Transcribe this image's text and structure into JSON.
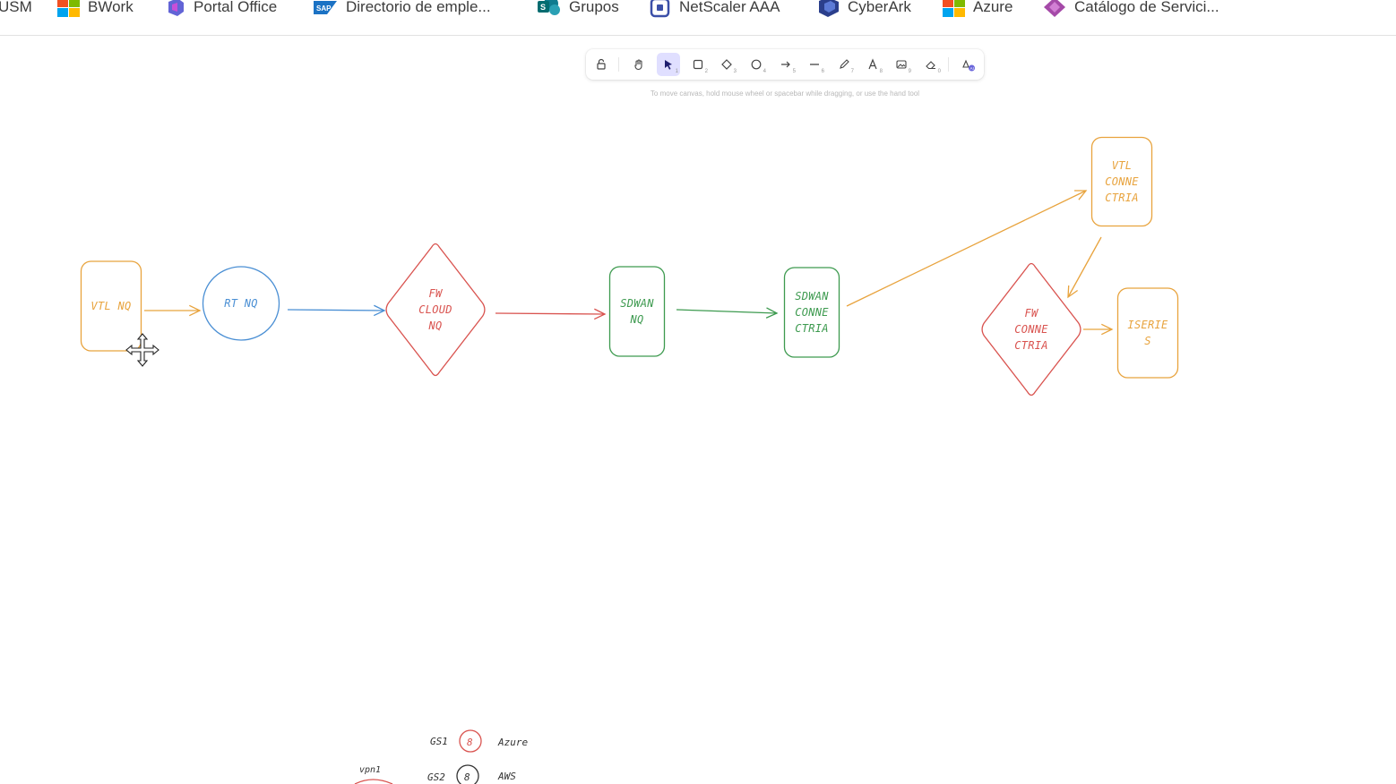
{
  "bookmarks": [
    {
      "label": "USM",
      "icon": "none"
    },
    {
      "label": "BWork",
      "icon": "microsoft-icon"
    },
    {
      "label": "Portal Office",
      "icon": "office-icon"
    },
    {
      "label": "Directorio de emple...",
      "icon": "sap-icon"
    },
    {
      "label": "Grupos",
      "icon": "sharepoint-icon"
    },
    {
      "label": "NetScaler AAA",
      "icon": "netscaler-icon"
    },
    {
      "label": "CyberArk",
      "icon": "cyberark-icon"
    },
    {
      "label": "Azure",
      "icon": "microsoft-icon"
    },
    {
      "label": "Catálogo de Servici...",
      "icon": "catalog-icon"
    }
  ],
  "toolbar": {
    "tools": [
      {
        "name": "lock",
        "shortcut": ""
      },
      {
        "name": "hand",
        "shortcut": ""
      },
      {
        "name": "selection",
        "shortcut": "1",
        "active": true
      },
      {
        "name": "rectangle",
        "shortcut": "2"
      },
      {
        "name": "diamond",
        "shortcut": "3"
      },
      {
        "name": "ellipse",
        "shortcut": "4"
      },
      {
        "name": "arrow",
        "shortcut": "5"
      },
      {
        "name": "line",
        "shortcut": "6"
      },
      {
        "name": "draw",
        "shortcut": "7"
      },
      {
        "name": "text",
        "shortcut": "8"
      },
      {
        "name": "image",
        "shortcut": "9"
      },
      {
        "name": "eraser",
        "shortcut": "0"
      },
      {
        "name": "extra-tools",
        "shortcut": ""
      }
    ],
    "hint": "To move canvas, hold mouse wheel or spacebar while dragging, or use the hand tool"
  },
  "colors": {
    "orange": "#e8a33d",
    "blue": "#4a8fd4",
    "red": "#d9534f",
    "green": "#3d9a4f",
    "accent": "#e0dfff"
  },
  "diagram": {
    "nodes": {
      "vtl_nq": {
        "lines": [
          "VTL NQ"
        ],
        "color": "orange",
        "shape": "rectangle"
      },
      "rt_nq": {
        "lines": [
          "RT NQ"
        ],
        "color": "blue",
        "shape": "ellipse"
      },
      "fw_cloud_nq": {
        "lines": [
          "FW",
          "CLOUD",
          "NQ"
        ],
        "color": "red",
        "shape": "diamond"
      },
      "sdwan_nq": {
        "lines": [
          "SDWAN",
          "NQ"
        ],
        "color": "green",
        "shape": "rectangle"
      },
      "sdwan_connectria": {
        "lines": [
          "SDWAN",
          "CONNE",
          "CTRIA"
        ],
        "color": "green",
        "shape": "rectangle"
      },
      "vtl_connectria": {
        "lines": [
          "VTL",
          "CONNE",
          "CTRIA"
        ],
        "color": "orange",
        "shape": "rectangle"
      },
      "fw_connectria": {
        "lines": [
          "FW",
          "CONNE",
          "CTRIA"
        ],
        "color": "red",
        "shape": "diamond"
      },
      "iseries": {
        "lines": [
          "ISERIE",
          "S"
        ],
        "color": "orange",
        "shape": "rectangle"
      }
    },
    "edges": [
      {
        "from": "vtl_nq",
        "to": "rt_nq",
        "color": "orange"
      },
      {
        "from": "rt_nq",
        "to": "fw_cloud_nq",
        "color": "blue"
      },
      {
        "from": "fw_cloud_nq",
        "to": "sdwan_nq",
        "color": "red"
      },
      {
        "from": "sdwan_nq",
        "to": "sdwan_connectria",
        "color": "green"
      },
      {
        "from": "sdwan_connectria",
        "to": "vtl_connectria",
        "color": "orange"
      },
      {
        "from": "vtl_connectria",
        "to": "fw_connectria",
        "color": "orange"
      },
      {
        "from": "fw_connectria",
        "to": "iseries",
        "color": "orange"
      }
    ],
    "legend": [
      {
        "id": "GS1",
        "badge": "8",
        "cloud": "Azure",
        "color": "red"
      },
      {
        "id": "GS2",
        "badge": "8",
        "cloud": "AWS",
        "color": "dark"
      }
    ],
    "vpn_label": "vpn1"
  }
}
